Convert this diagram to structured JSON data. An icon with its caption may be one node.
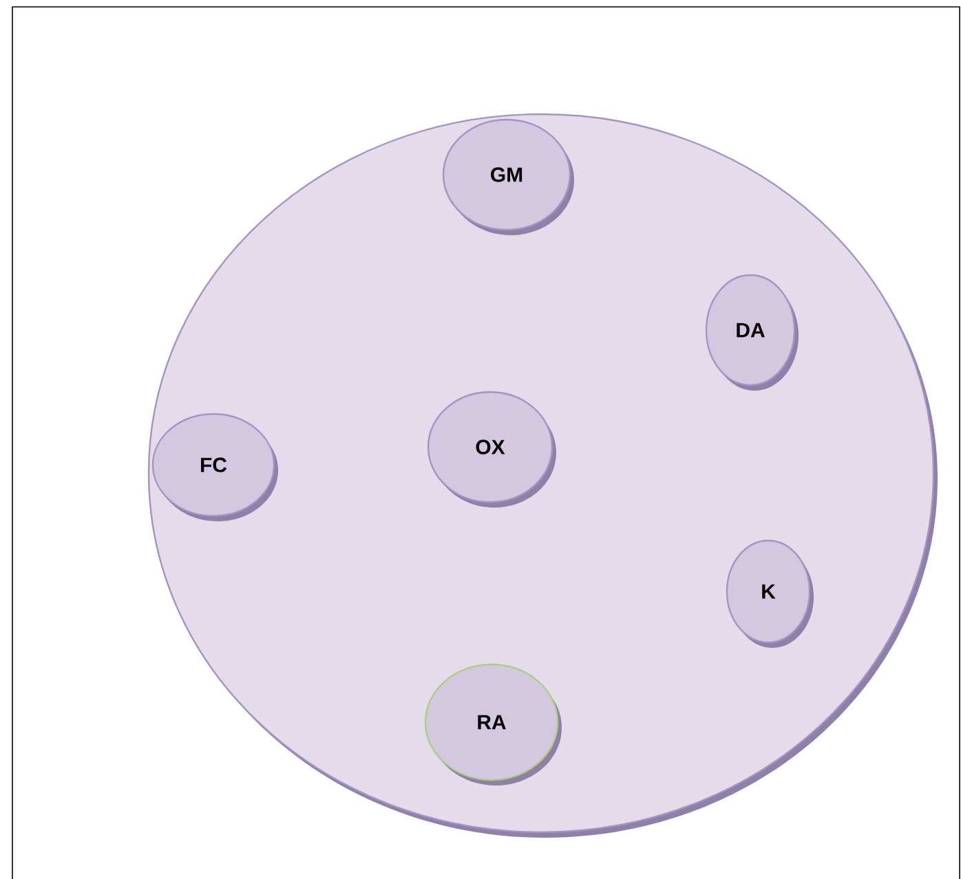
{
  "diagram": {
    "nodes": [
      {
        "text": [],
        "shape": "circle"
      },
      {
        "text": [
          "GM"
        ],
        "in": 0
      },
      {
        "text": [
          "DA"
        ],
        "in": 0
      },
      {
        "text": [
          "FC"
        ],
        "in": 0
      },
      {
        "text": [
          "OX"
        ],
        "in": 0
      },
      {
        "text": [
          "K"
        ],
        "in": 0
      },
      {
        "text": [
          "RA"
        ],
        "in": 0
      }
    ]
  }
}
